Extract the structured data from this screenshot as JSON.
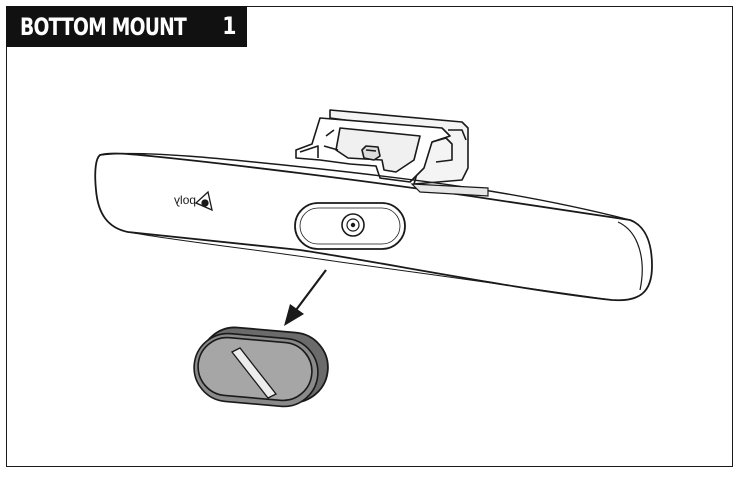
{
  "header": {
    "title": "BOTTOM MOUNT",
    "step": "1"
  },
  "illustration": {
    "device_brand_logo": "poly",
    "parts": [
      "video-bar",
      "bottom-mount-bracket",
      "camera-lens",
      "privacy-cover"
    ],
    "arrow_direction": "down-left"
  },
  "colors": {
    "line": "#1a1a1a",
    "header_bg": "#111111",
    "header_text": "#ffffff",
    "bar_fill": "#ffffff",
    "cover_fill": "#a6a6a6",
    "cover_rim": "#6b6b6b"
  }
}
